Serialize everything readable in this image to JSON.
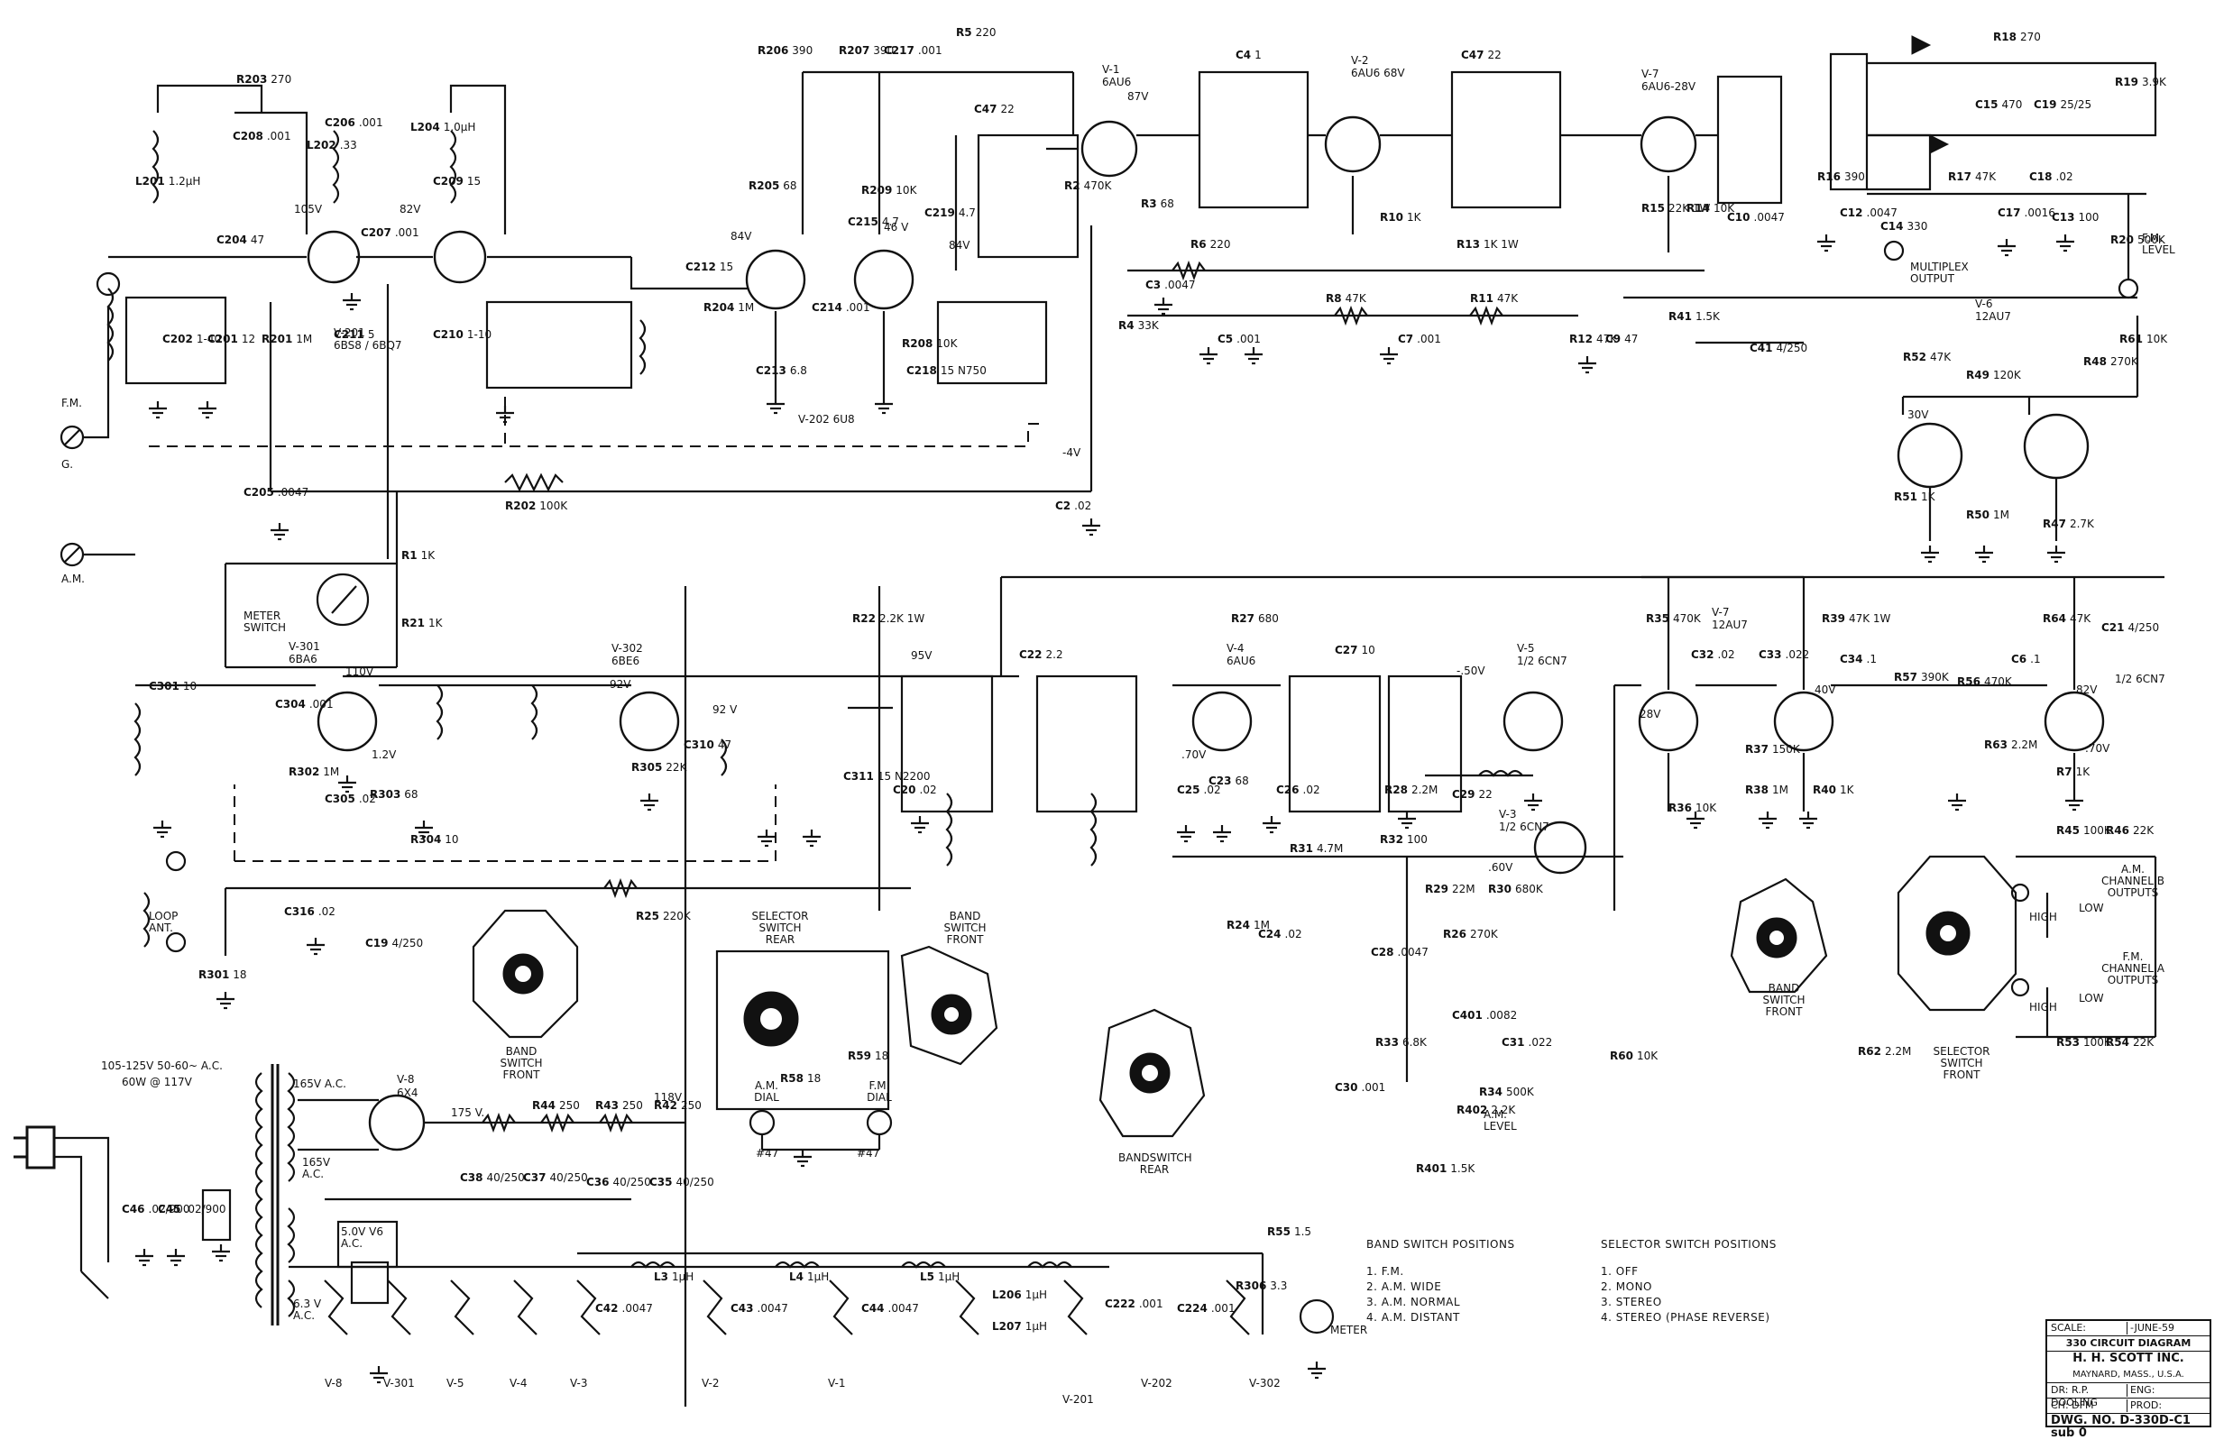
{
  "title_block": {
    "scale_label": "SCALE:",
    "date": "-JUNE-59",
    "title": "330 CIRCUIT DIAGRAM",
    "company": "H. H. SCOTT INC.",
    "location": "MAYNARD, MASS., U.S.A.",
    "drawn_by": "DR: R.P. DOOLING",
    "eng": "ENG:",
    "checked_by": "CH: DFM",
    "prod": "PROD:",
    "drawing_number": "DWG. NO. D-330D-C1 sub 0"
  },
  "band_switch_positions": {
    "heading": "BAND SWITCH POSITIONS",
    "items": [
      "1.   F.M.",
      "2.   A.M. WIDE",
      "3.   A.M. NORMAL",
      "4.   A.M. DISTANT"
    ]
  },
  "selector_switch_positions": {
    "heading": "SELECTOR SWITCH POSITIONS",
    "items": [
      "1.   OFF",
      "2.   MONO",
      "3.   STEREO",
      "4.   STEREO  (PHASE REVERSE)"
    ]
  },
  "tubes": [
    {
      "ref": "V-201",
      "type": "6BS8 / 6BQ7"
    },
    {
      "ref": "V-202",
      "type": "6U8"
    },
    {
      "ref": "V-1",
      "type": "6AU6"
    },
    {
      "ref": "V-2",
      "type": "6AU6 68V"
    },
    {
      "ref": "V-7",
      "type": "6AU6-28V"
    },
    {
      "ref": "V-6",
      "type": "12AU7"
    },
    {
      "ref": "V-301",
      "type": "6BA6"
    },
    {
      "ref": "V-302",
      "type": "6BE6"
    },
    {
      "ref": "V-4",
      "type": "6AU6"
    },
    {
      "ref": "V-5",
      "type": "1/2 6CN7"
    },
    {
      "ref": "V-3",
      "type": "1/2 6CN7"
    },
    {
      "ref": "V-7",
      "type": "12AU7"
    },
    {
      "ref": "V-8",
      "type": "6X4"
    }
  ],
  "labels": {
    "fm_antenna": "F.M.",
    "ground": "G.",
    "am_antenna": "A.M.",
    "meter_switch": "METER SWITCH",
    "loop_ant": "LOOP ANT.",
    "multiplex_output": "MULTIPLEX OUTPUT",
    "fm_level": "F.M. LEVEL",
    "am_level": "A.M. LEVEL",
    "selector_switch_rear": "SELECTOR SWITCH REAR",
    "band_switch_front": "BAND SWITCH FRONT",
    "band_switch_front_2": "BAND SWITCH FRONT",
    "band_switch_front_3": "BAND SWITCH FRONT",
    "bandswitch_rear": "BANDSWITCH REAR",
    "selector_switch_front": "SELECTOR SWITCH FRONT",
    "am_dial": "A.M. DIAL",
    "fm_dial": "F.M. DIAL",
    "lamp_47a": "#47",
    "lamp_47b": "#47",
    "am_channel_b": "A.M. CHANNEL B OUTPUTS",
    "fm_channel_a": "F.M. CHANNEL A OUTPUTS",
    "high": "HIGH",
    "low": "LOW",
    "power_spec": "105-125V 50-60~ A.C.",
    "power_watts": "60W @ 117V",
    "meter": "METER",
    "v8": "V-8",
    "v8_type": "6X4",
    "ac165_top": "165V A.C.",
    "ac165_bot": "165V A.C.",
    "v175": "175 V.",
    "v118": "118V",
    "heater_63": "6.3 V A.C.",
    "heater_50": "5.0V V6 A.C.",
    "v28": "28V",
    "v40": "40V",
    "v1_2": "1.2V",
    "v110": "110V",
    "v92a": "92V",
    "v92b": "92 V",
    "v95": "95V",
    "v_neg50": "-.50V",
    "v60": ".60V",
    "v70": ".70V",
    "v105": "105V",
    "v82": "82V",
    "v84": "84V",
    "v87": "87V",
    "v30": "30V",
    "v82b": "82V",
    "v70b": ".70V",
    "v_neg4": "-4V",
    "v46": "46 V",
    "v84b": "84V"
  },
  "heater_string": [
    "V-8",
    "V-301",
    "V-5",
    "V-4",
    "V-3",
    "V-2",
    "V-1",
    "V-201",
    "V-202",
    "V-302"
  ],
  "component_labels": [
    {
      "id": "R203",
      "val": "270"
    },
    {
      "id": "C208",
      "val": ".001"
    },
    {
      "id": "L201",
      "val": "1.2μH"
    },
    {
      "id": "C204",
      "val": "47"
    },
    {
      "id": "L202",
      "val": ".33"
    },
    {
      "id": "C206",
      "val": ".001"
    },
    {
      "id": "C207",
      "val": ".001"
    },
    {
      "id": "L204",
      "val": "1.0μH"
    },
    {
      "id": "C209",
      "val": "15"
    },
    {
      "id": "R206",
      "val": "390"
    },
    {
      "id": "R207",
      "val": "390"
    },
    {
      "id": "C217",
      "val": ".001"
    },
    {
      "id": "R5",
      "val": "220"
    },
    {
      "id": "C212",
      "val": "15"
    },
    {
      "id": "R205",
      "val": "68"
    },
    {
      "id": "R204",
      "val": "1M"
    },
    {
      "id": "C213",
      "val": "6.8"
    },
    {
      "id": "R209",
      "val": "10K"
    },
    {
      "id": "R208",
      "val": "10K"
    },
    {
      "id": "C218",
      "val": "15 N750"
    },
    {
      "id": "C47",
      "val": "22"
    },
    {
      "id": "R2",
      "val": "470K"
    },
    {
      "id": "R3",
      "val": "68"
    },
    {
      "id": "R6",
      "val": "220"
    },
    {
      "id": "C3",
      "val": ".0047"
    },
    {
      "id": "R4",
      "val": "33K"
    },
    {
      "id": "C5",
      "val": ".001"
    },
    {
      "id": "R8",
      "val": "47K"
    },
    {
      "id": "C7",
      "val": ".001"
    },
    {
      "id": "R11",
      "val": "47K"
    },
    {
      "id": "R12",
      "val": "47K"
    },
    {
      "id": "C9",
      "val": "47"
    },
    {
      "id": "R13",
      "val": "1K 1W"
    },
    {
      "id": "C4",
      "val": "1"
    },
    {
      "id": "C47b",
      "val": "22"
    },
    {
      "id": "R10",
      "val": "1K"
    },
    {
      "id": "R15",
      "val": "22K 1W"
    },
    {
      "id": "R14",
      "val": "10K"
    },
    {
      "id": "C10",
      "val": ".0047"
    },
    {
      "id": "R18",
      "val": "270"
    },
    {
      "id": "C19",
      "val": "25/25"
    },
    {
      "id": "R19",
      "val": "3.9K"
    },
    {
      "id": "C15",
      "val": "470"
    },
    {
      "id": "R16",
      "val": "390"
    },
    {
      "id": "R17",
      "val": "47K"
    },
    {
      "id": "C12",
      "val": ".0047"
    },
    {
      "id": "C14",
      "val": "330"
    },
    {
      "id": "C17",
      "val": ".0016"
    },
    {
      "id": "C13",
      "val": "100"
    },
    {
      "id": "C18",
      "val": ".02"
    },
    {
      "id": "R20",
      "val": "500K"
    },
    {
      "id": "R41",
      "val": "1.5K"
    },
    {
      "id": "C41",
      "val": "4/250"
    },
    {
      "id": "R61",
      "val": "10K"
    },
    {
      "id": "R52",
      "val": "47K"
    },
    {
      "id": "R49",
      "val": "120K"
    },
    {
      "id": "R48",
      "val": "270K"
    },
    {
      "id": "R51",
      "val": "1K"
    },
    {
      "id": "R50",
      "val": "1M"
    },
    {
      "id": "R47",
      "val": "2.7K"
    },
    {
      "id": "C202",
      "val": "1-40"
    },
    {
      "id": "C201",
      "val": "12"
    },
    {
      "id": "R201",
      "val": "1M"
    },
    {
      "id": "C211",
      "val": "5"
    },
    {
      "id": "C210",
      "val": "1-10"
    },
    {
      "id": "C205",
      "val": ".0047"
    },
    {
      "id": "R202",
      "val": "100K"
    },
    {
      "id": "C2",
      "val": ".02"
    },
    {
      "id": "R1",
      "val": "1K"
    },
    {
      "id": "R21",
      "val": "1K"
    },
    {
      "id": "C301",
      "val": "10"
    },
    {
      "id": "C304",
      "val": ".001"
    },
    {
      "id": "R302",
      "val": "1M"
    },
    {
      "id": "C305",
      "val": ".02"
    },
    {
      "id": "R303",
      "val": "68"
    },
    {
      "id": "R304",
      "val": "10"
    },
    {
      "id": "C316",
      "val": ".02"
    },
    {
      "id": "C19b",
      "val": "4/250"
    },
    {
      "id": "R301",
      "val": "18"
    },
    {
      "id": "R22",
      "val": "2.2K 1W"
    },
    {
      "id": "R305",
      "val": "22K"
    },
    {
      "id": "C310",
      "val": "47"
    },
    {
      "id": "C311",
      "val": "15 N2200"
    },
    {
      "id": "C20",
      "val": ".02"
    },
    {
      "id": "C22",
      "val": "2.2"
    },
    {
      "id": "R27",
      "val": "680"
    },
    {
      "id": "C27",
      "val": "10"
    },
    {
      "id": "C23",
      "val": "68"
    },
    {
      "id": "C25",
      "val": ".02"
    },
    {
      "id": "C26",
      "val": ".02"
    },
    {
      "id": "R28",
      "val": "2.2M"
    },
    {
      "id": "C29",
      "val": "22"
    },
    {
      "id": "R31",
      "val": "4.7M"
    },
    {
      "id": "R24",
      "val": "1M"
    },
    {
      "id": "C24",
      "val": ".02"
    },
    {
      "id": "R32",
      "val": "100"
    },
    {
      "id": "R29",
      "val": "22M"
    },
    {
      "id": "R30",
      "val": "680K"
    },
    {
      "id": "R26",
      "val": "270K"
    },
    {
      "id": "C28",
      "val": ".0047"
    },
    {
      "id": "R25",
      "val": "220K"
    },
    {
      "id": "C401",
      "val": ".0082"
    },
    {
      "id": "R33",
      "val": "6.8K"
    },
    {
      "id": "C31",
      "val": ".022"
    },
    {
      "id": "C30",
      "val": ".001"
    },
    {
      "id": "R34",
      "val": "500K"
    },
    {
      "id": "R402",
      "val": "2.2K"
    },
    {
      "id": "R401",
      "val": "1.5K"
    },
    {
      "id": "R60",
      "val": "10K"
    },
    {
      "id": "R35",
      "val": "470K"
    },
    {
      "id": "C32",
      "val": ".02"
    },
    {
      "id": "C33",
      "val": ".022"
    },
    {
      "id": "C34",
      "val": ".1"
    },
    {
      "id": "R39",
      "val": "47K 1W"
    },
    {
      "id": "R36",
      "val": "10K"
    },
    {
      "id": "R37",
      "val": "150K"
    },
    {
      "id": "R38",
      "val": "1M"
    },
    {
      "id": "R40",
      "val": "1K"
    },
    {
      "id": "R64",
      "val": "47K"
    },
    {
      "id": "C21",
      "val": "4/250"
    },
    {
      "id": "R57",
      "val": "390K"
    },
    {
      "id": "R56",
      "val": "470K"
    },
    {
      "id": "C6",
      "val": ".1"
    },
    {
      "id": "R63",
      "val": "2.2M"
    },
    {
      "id": "R7",
      "val": "1K"
    },
    {
      "id": "R45",
      "val": "100K"
    },
    {
      "id": "R46",
      "val": "22K"
    },
    {
      "id": "R53",
      "val": "100K"
    },
    {
      "id": "R54",
      "val": "22K"
    },
    {
      "id": "R62",
      "val": "2.2M"
    },
    {
      "id": "R59",
      "val": "18"
    },
    {
      "id": "R58",
      "val": "18"
    },
    {
      "id": "R44",
      "val": "250"
    },
    {
      "id": "R43",
      "val": "250"
    },
    {
      "id": "R42",
      "val": "250"
    },
    {
      "id": "C38",
      "val": "40/250"
    },
    {
      "id": "C37",
      "val": "40/250"
    },
    {
      "id": "C36",
      "val": "40/250"
    },
    {
      "id": "C35",
      "val": "40/250"
    },
    {
      "id": "C46",
      "val": ".02/900"
    },
    {
      "id": "C45",
      "val": ".02/900"
    },
    {
      "id": "C42",
      "val": ".0047"
    },
    {
      "id": "L3",
      "val": "1μH"
    },
    {
      "id": "C43",
      "val": ".0047"
    },
    {
      "id": "L4",
      "val": "1μH"
    },
    {
      "id": "C44",
      "val": ".0047"
    },
    {
      "id": "L5",
      "val": "1μH"
    },
    {
      "id": "L206",
      "val": "1μH"
    },
    {
      "id": "L207",
      "val": "1μH"
    },
    {
      "id": "C222",
      "val": ".001"
    },
    {
      "id": "C224",
      "val": ".001"
    },
    {
      "id": "R306",
      "val": "3.3"
    },
    {
      "id": "R55",
      "val": "1.5"
    },
    {
      "id": "C215",
      "val": "4.7"
    },
    {
      "id": "C214",
      "val": ".001"
    },
    {
      "id": "C219",
      "val": "4.7"
    }
  ]
}
